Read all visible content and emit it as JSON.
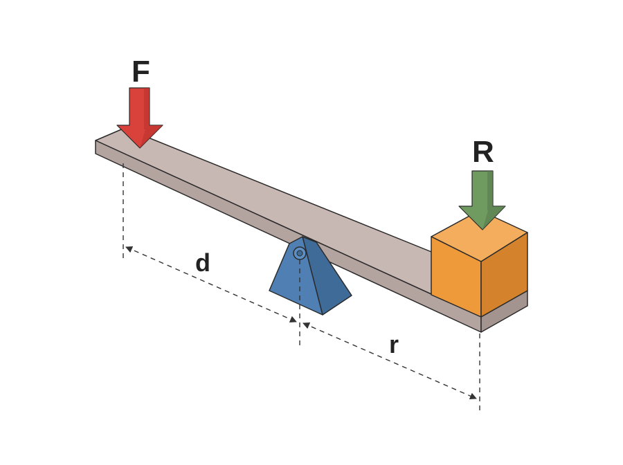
{
  "labels": {
    "effort": "F",
    "load": "R",
    "effort_arm": "d",
    "load_arm": "r"
  },
  "colors": {
    "background": "#ffffff",
    "beam_top": "#c8b8b3",
    "beam_front": "#b3a4a0",
    "beam_end": "#a3948f",
    "fulcrum_front": "#4f7fb3",
    "fulcrum_side": "#3f6b99",
    "load_front": "#ef9a3a",
    "load_top": "#f3ad5c",
    "load_side": "#d4822c",
    "effort_arrow": "#d9413b",
    "load_arrow": "#6f9a60",
    "outline": "#2a2a2a",
    "dimension": "#333333"
  },
  "icons": {
    "effort_arrow": "down-arrow-icon",
    "load_arrow": "down-arrow-icon",
    "fulcrum": "triangle-support-icon",
    "load_block": "cube-icon"
  }
}
